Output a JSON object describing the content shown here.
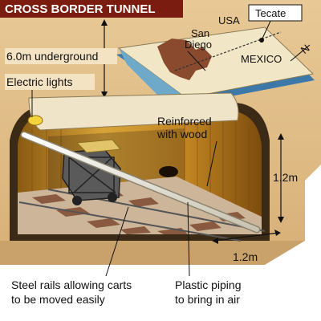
{
  "title": "CROSS BORDER TUNNEL",
  "map": {
    "usa": "USA",
    "san_diego_line1": "San",
    "san_diego_line2": "Diego",
    "mexico": "MEXICO",
    "tecate": "Tecate",
    "north": "N"
  },
  "labels": {
    "depth": "6.0m underground",
    "lights": "Electric lights",
    "reinforced_line1": "Reinforced",
    "reinforced_line2": "with wood",
    "height": "1.2m",
    "width": "1.2m",
    "rails_line1": "Steel rails allowing carts",
    "rails_line2": "to be moved easily",
    "piping_line1": "Plastic piping",
    "piping_line2": "to bring in air"
  },
  "colors": {
    "ground": "#e3c28c",
    "title_bar": "#7a1c10",
    "wood": "#c98a20",
    "sea": "#6fa9c9",
    "land": "#f1e6c6"
  }
}
